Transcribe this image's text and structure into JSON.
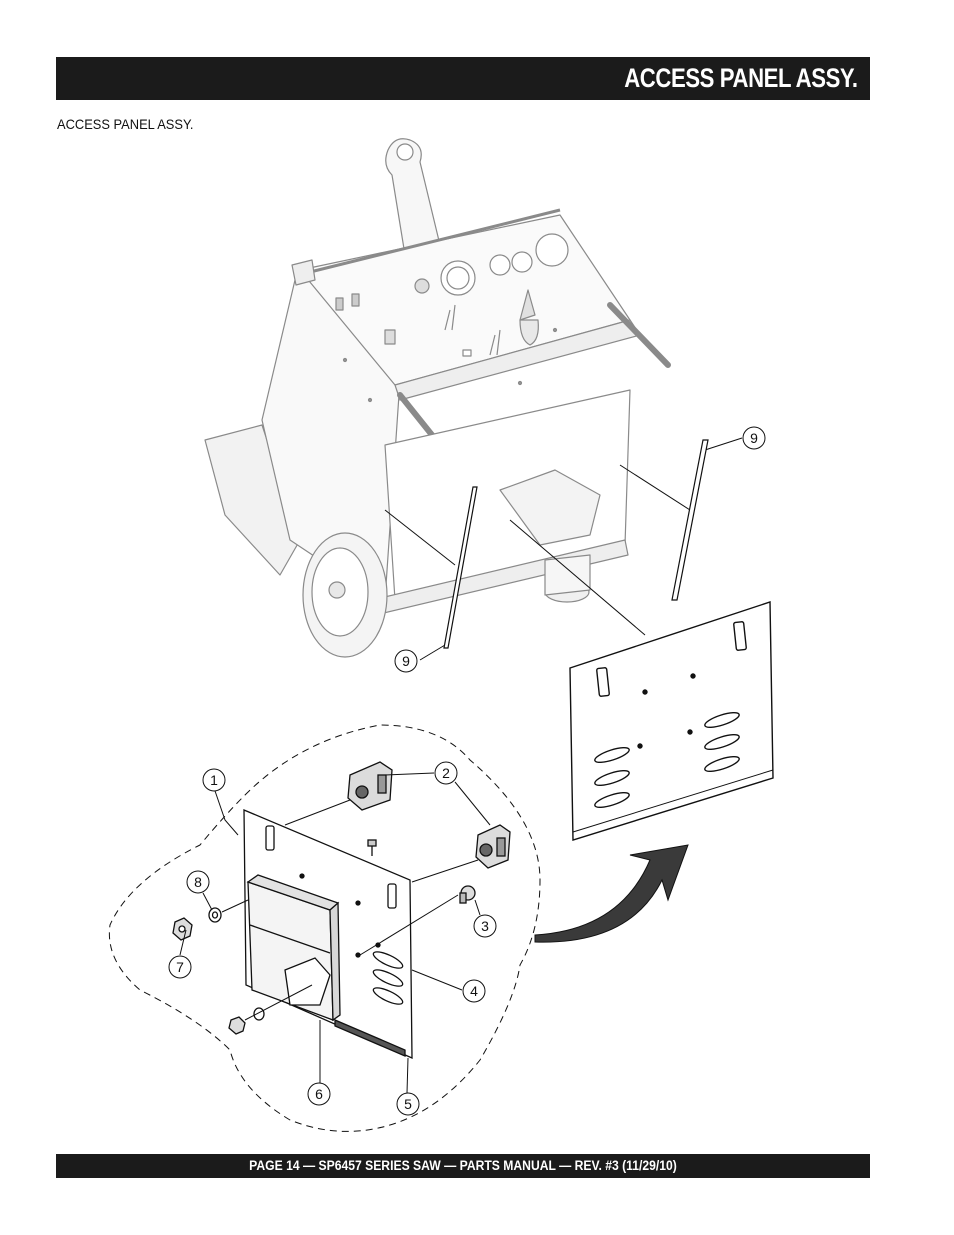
{
  "header": {
    "title": "ACCESS PANEL ASSY."
  },
  "section_label": "ACCESS PANEL ASSY.",
  "footer": {
    "text": "PAGE 14 — SP6457 SERIES SAW  — PARTS MANUAL — REV. #3 (11/29/10)"
  },
  "callouts": {
    "c1": "1",
    "c2": "2",
    "c3": "3",
    "c4": "4",
    "c5": "5",
    "c6": "6",
    "c7": "7",
    "c8": "8",
    "c9a": "9",
    "c9b": "9"
  }
}
